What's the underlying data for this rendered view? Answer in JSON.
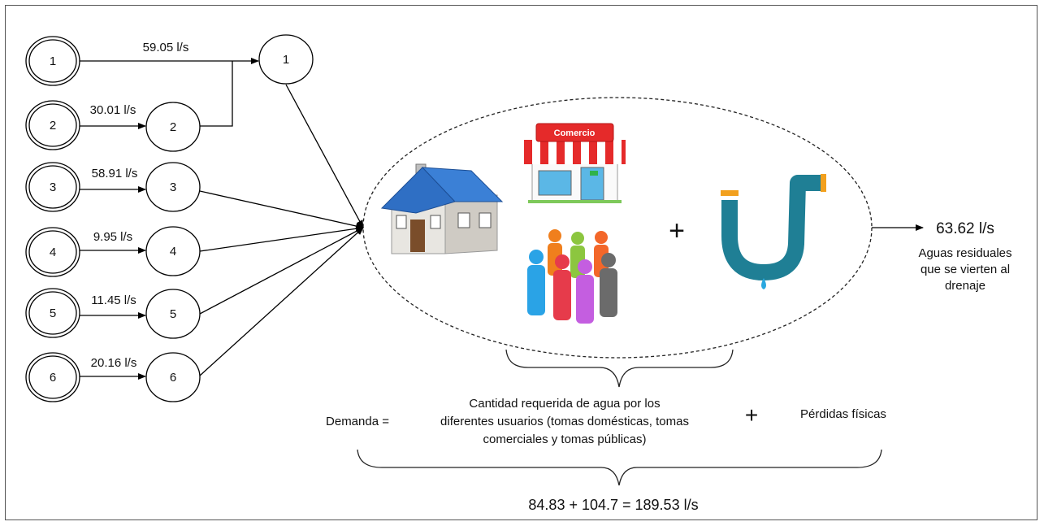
{
  "sources": [
    {
      "id": "1",
      "flow": "59.05 l/s"
    },
    {
      "id": "2",
      "flow": "30.01 l/s"
    },
    {
      "id": "3",
      "flow": "58.91 l/s"
    },
    {
      "id": "4",
      "flow": "9.95 l/s"
    },
    {
      "id": "5",
      "flow": "11.45 l/s"
    },
    {
      "id": "6",
      "flow": "20.16 l/s"
    }
  ],
  "intermediate_nodes": [
    "1",
    "2",
    "3",
    "4",
    "5",
    "6"
  ],
  "users_cluster": {
    "shop_sign": "Comercio",
    "plus": "+"
  },
  "output": {
    "flow": "63.62 l/s",
    "description_lines": [
      "Aguas residuales",
      "que se vierten al",
      "drenaje"
    ]
  },
  "equation": {
    "lhs": "Demanda =",
    "term1_lines": [
      "Cantidad requerida de agua por los",
      "diferentes usuarios (tomas domésticas, tomas",
      "comerciales y tomas públicas)"
    ],
    "plus": "+",
    "term2": "Pérdidas físicas",
    "total": "84.83 + 104.7 = 189.53 l/s"
  },
  "colors": {
    "roof_blue": "#2f6fc4",
    "awning_red": "#e52a2a",
    "pipe_teal": "#1f7f95",
    "pipe_orange": "#f2a01e",
    "drop_blue": "#29a8e0"
  }
}
